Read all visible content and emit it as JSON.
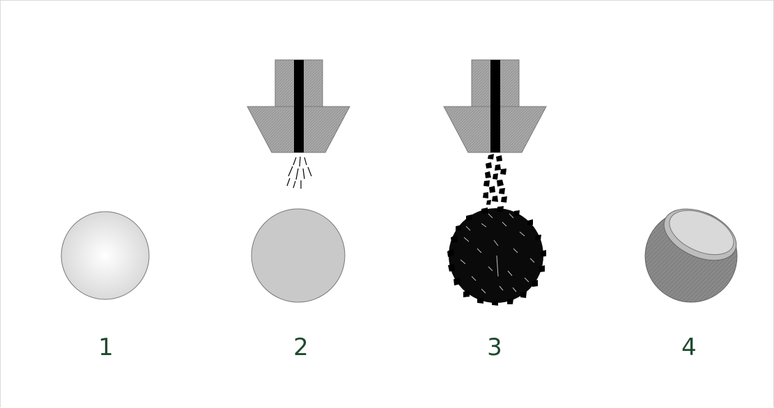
{
  "diagram": {
    "steps": [
      {
        "label": "1",
        "stage": "uncoated-sphere"
      },
      {
        "label": "2",
        "stage": "spray-coated-sphere"
      },
      {
        "label": "3",
        "stage": "particle-coated-sphere"
      },
      {
        "label": "4",
        "stage": "cut-coated-shell"
      }
    ],
    "colors": {
      "nozzle_fill": "#a6a6a6",
      "nozzle_stroke": "#7a7a7a",
      "nozzle_core": "#000000",
      "sphere_plain": "#e6e6e6",
      "sphere_coated": "#c8c8c8",
      "sphere_shell": "#8c8c8c",
      "label_text": "#1e4a2e"
    }
  }
}
